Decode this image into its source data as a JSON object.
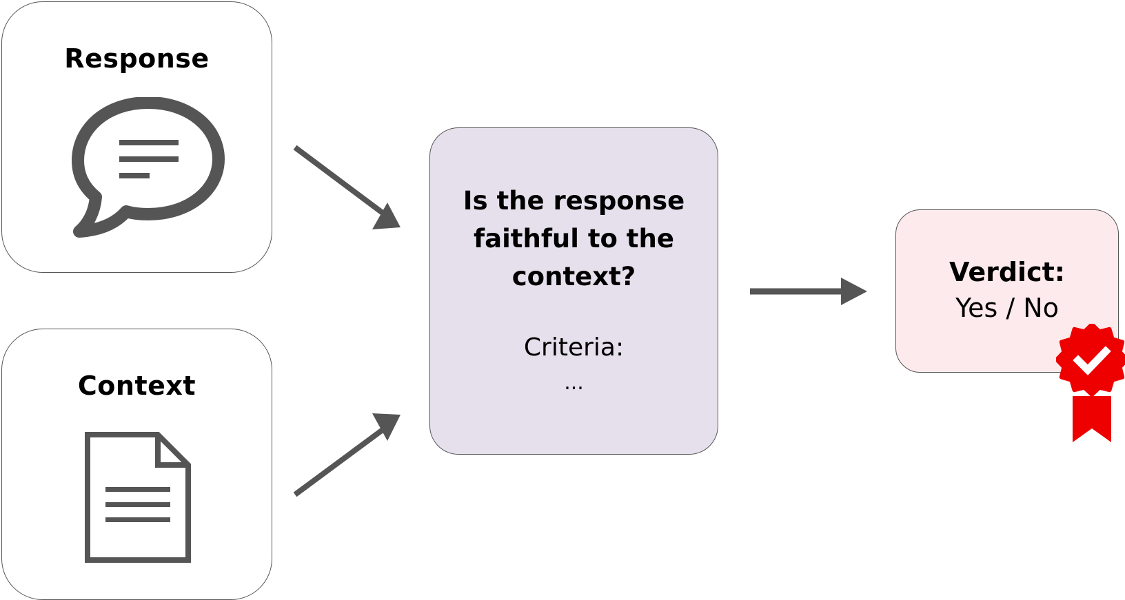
{
  "response_card": {
    "title": "Response",
    "icon": "speech-bubble-icon"
  },
  "context_card": {
    "title": "Context",
    "icon": "document-icon"
  },
  "question_box": {
    "question": "Is the response faithful to the context?",
    "criteria_label": "Criteria:",
    "criteria_ellipsis": "..."
  },
  "verdict_box": {
    "title": "Verdict:",
    "value": "Yes / No",
    "icon": "award-badge-icon"
  },
  "colors": {
    "arrow": "#555555",
    "question_bg": "#e6e0ed",
    "verdict_bg": "#fdeaec",
    "badge": "#ee0000"
  }
}
